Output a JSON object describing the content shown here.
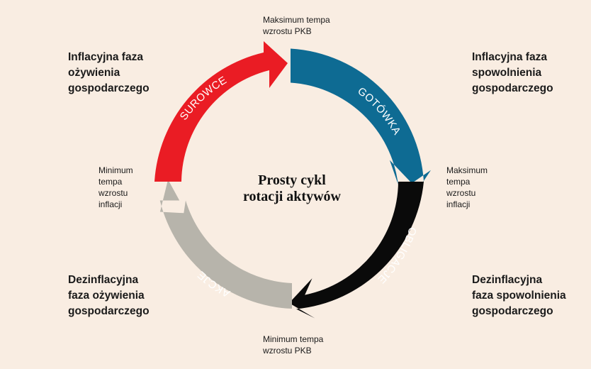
{
  "diagram": {
    "title": "Prosty cykl\nrotacji aktywów",
    "segments": [
      {
        "label": "GOTÓWKA",
        "color": "#0e6b93",
        "text_color": "#ffffff"
      },
      {
        "label": "OBLIGACJE",
        "color": "#0a0a0a",
        "text_color": "#ffffff"
      },
      {
        "label": "AKCJE",
        "color": "#b7b4ab",
        "text_color": "#ffffff"
      },
      {
        "label": "SUROWCE",
        "color": "#ea1c24",
        "text_color": "#ffffff"
      }
    ],
    "phases": {
      "top_left": "Inflacyjna faza\nożywienia\ngospodarczego",
      "top_right": "Inflacyjna faza\nspowolnienia\ngospodarczego",
      "bottom_left": "Dezinflacyjna\nfaza ożywienia\ngospodarczego",
      "bottom_right": "Dezinflacyjna\nfaza spowolnienia\ngospodarczego"
    },
    "markers": {
      "top": "Maksimum tempa\nwzrostu PKB",
      "right": "Maksimum\ntempa\nwzrostu\ninflacji",
      "bottom": "Minimum tempa\nwzrostu PKB",
      "left": "Minimum\ntempa\nwzrostu\ninflacji"
    },
    "background": "#f9ede2"
  }
}
